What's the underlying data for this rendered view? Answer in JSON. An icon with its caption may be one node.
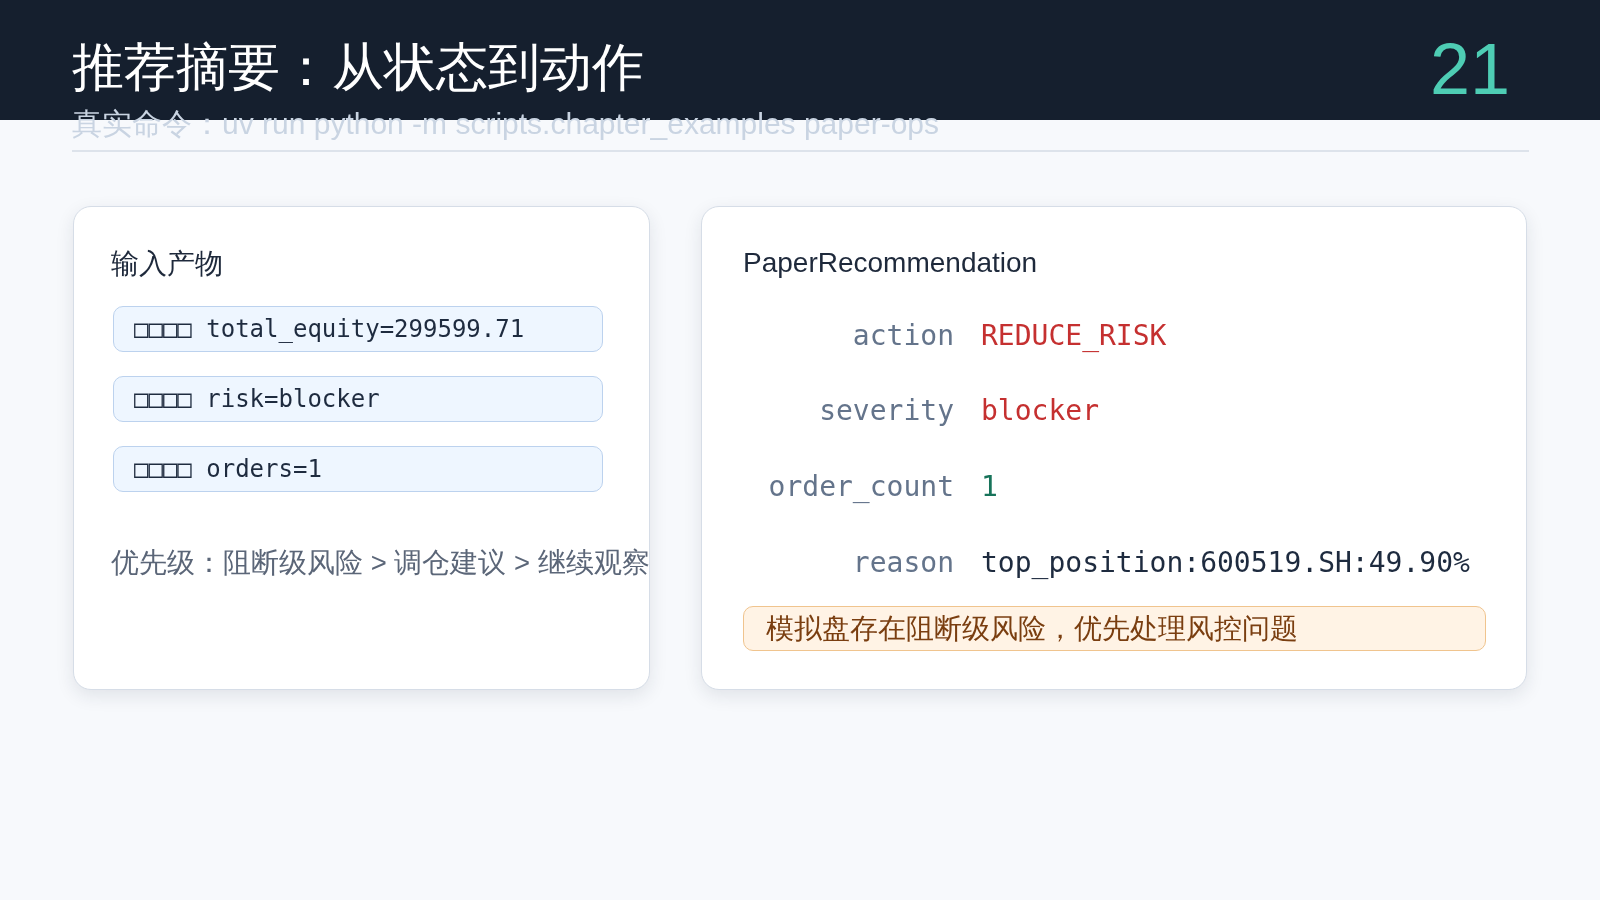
{
  "diagram": {
    "title": "推荐摘要：从状态到动作",
    "nodes": [
      {
        "text": [
          "输入产物",
          "优先级：阻断级风险 > 调仓建议 > 继续观察"
        ]
      },
      {
        "text": [
          "□□□□ total_equity=299599.71"
        ],
        "in": 0
      },
      {
        "text": [
          "□□□□ risk=blocker"
        ],
        "in": 0
      },
      {
        "text": [
          "□□□□ orders=1"
        ],
        "in": 0
      },
      {
        "text": [
          "PaperRecommendation",
          "action",
          "REDUCE_RISK",
          "severity",
          "blocker",
          "order_count",
          "1",
          "reason",
          "top_position:600519.SH:49.90%"
        ]
      },
      {
        "text": [
          "模拟盘存在阻断级风险，优先处理风控问题"
        ],
        "in": 4
      }
    ],
    "labels": [
      "21",
      "真实命令：uv run python -m scripts.chapter_examples paper-ops"
    ]
  }
}
